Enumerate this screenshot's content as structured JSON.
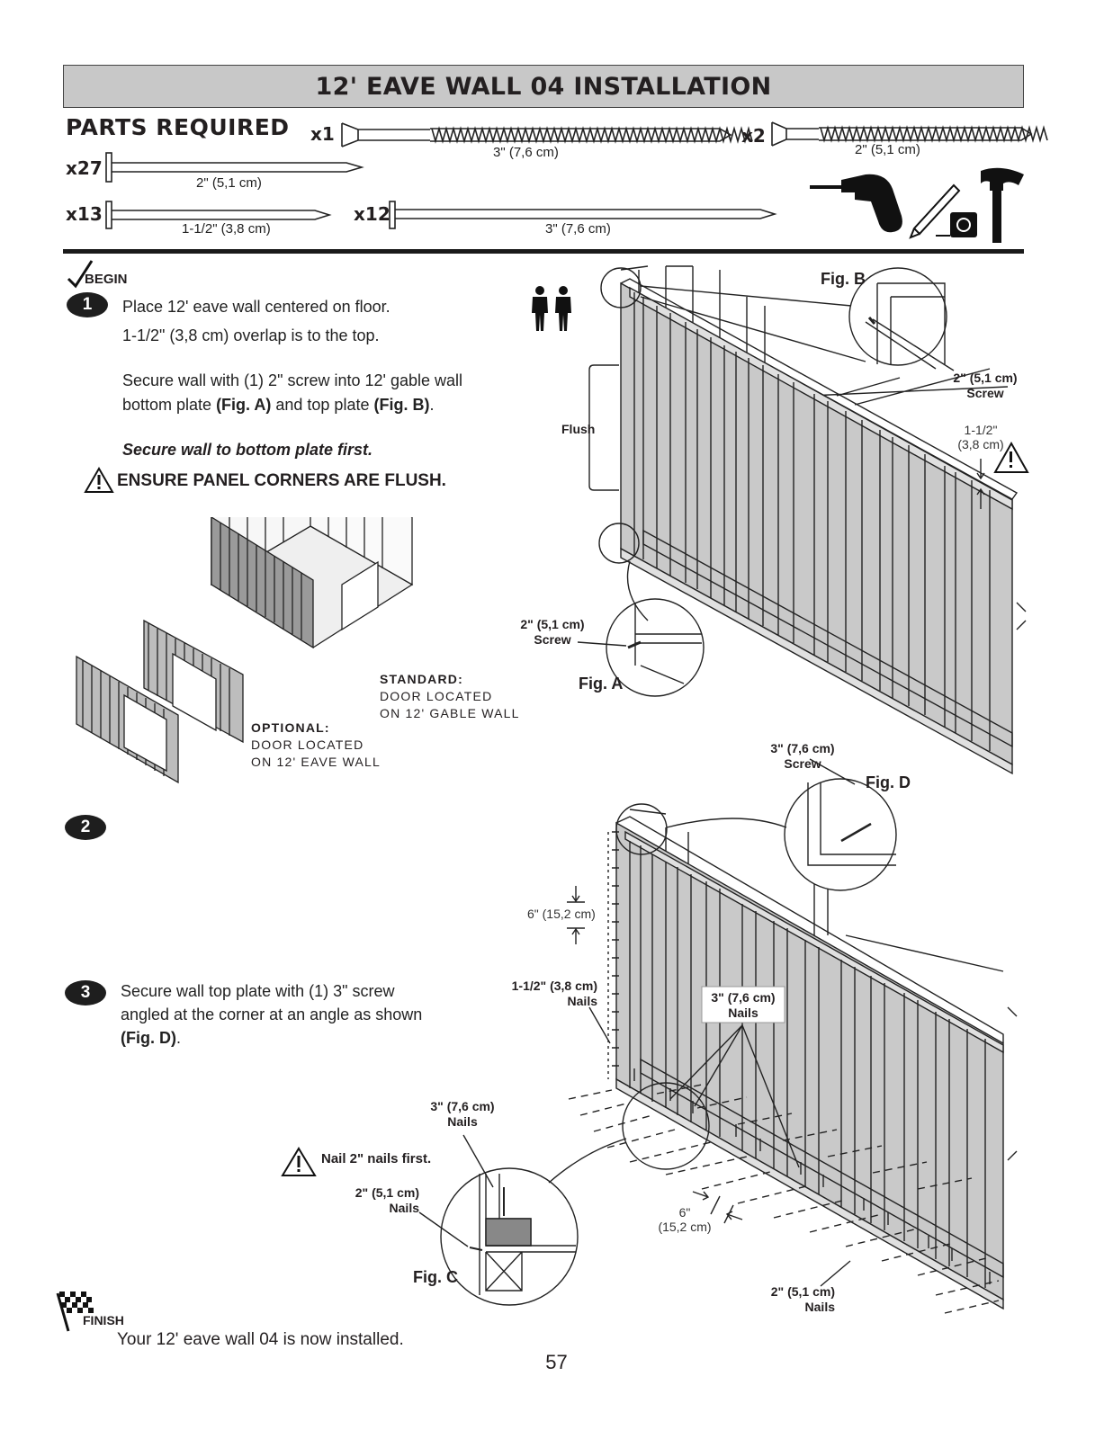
{
  "title": "12' EAVE WALL 04 INSTALLATION",
  "parts": {
    "heading": "PARTS REQUIRED",
    "items": [
      {
        "qty": "x1",
        "size": "3\" (7,6 cm)"
      },
      {
        "qty": "x2",
        "size": "2\" (5,1 cm)"
      },
      {
        "qty": "x27",
        "size": "2\" (5,1 cm)"
      },
      {
        "qty": "x13",
        "size": "1-1/2\" (3,8 cm)"
      },
      {
        "qty": "x12",
        "size": "3\" (7,6 cm)"
      }
    ],
    "tools": [
      "drill-icon",
      "pencil-icon",
      "tape-measure-icon",
      "hammer-icon"
    ]
  },
  "begin_label": "BEGIN",
  "finish_label": "FINISH",
  "step1": {
    "number": "1",
    "line1": "Place 12' eave wall centered on floor.",
    "line2": "1-1/2\" (3,8 cm) overlap is to the top.",
    "para_a": "Secure wall with (1) 2\" screw into 12' gable wall",
    "para_b": "bottom plate ",
    "fig_a_ref": "(Fig. A)",
    "para_c": " and top plate ",
    "fig_b_ref": "(Fig. B)",
    "para_d": ".",
    "note": "Secure wall to bottom plate first.",
    "warning": "ENSURE PANEL CORNERS ARE FLUSH."
  },
  "step2": {
    "number": "2"
  },
  "step3": {
    "number": "3",
    "line1": "Secure wall top plate with (1) 3\" screw",
    "line2": "angled at the corner at an angle as shown",
    "fig_ref": "(Fig. D)",
    "period": "."
  },
  "door_options": {
    "standard_title": "STANDARD:",
    "standard_line1": "DOOR LOCATED",
    "standard_line2": "ON 12' GABLE WALL",
    "optional_title": "OPTIONAL:",
    "optional_line1": "DOOR LOCATED",
    "optional_line2": "ON 12' EAVE WALL"
  },
  "diagram1": {
    "fig_b": "Fig. B",
    "fig_a": "Fig. A",
    "flush": "Flush",
    "screw_b_size": "2\" (5,1 cm)",
    "screw_b_word": "Screw",
    "screw_a_size": "2\" (5,1 cm)",
    "screw_a_word": "Screw",
    "overlap_1": "1-1/2\"",
    "overlap_2": "(3,8 cm)"
  },
  "diagram2": {
    "fig_d": "Fig. D",
    "fig_c": "Fig. C",
    "screw_d_size": "3\" (7,6 cm)",
    "screw_d_word": "Screw",
    "spacing_v": "6\" (15,2 cm)",
    "nails_15_size": "1-1/2\" (3,8 cm)",
    "nails_15_word": "Nails",
    "nails_3_size": "3\" (7,6 cm)",
    "nails_3_word": "Nails",
    "nails_3c_size": "3\" (7,6 cm)",
    "nails_3c_word": "Nails",
    "nails_2c_size": "2\" (5,1 cm)",
    "nails_2c_word": "Nails",
    "nails_2_size": "2\" (5,1 cm)",
    "nails_2_word": "Nails",
    "spacing_h_1": "6\"",
    "spacing_h_2": "(15,2 cm)",
    "warning": "Nail 2\" nails first."
  },
  "finish_text": "Your 12' eave wall 04 is now installed.",
  "page_number": "57"
}
